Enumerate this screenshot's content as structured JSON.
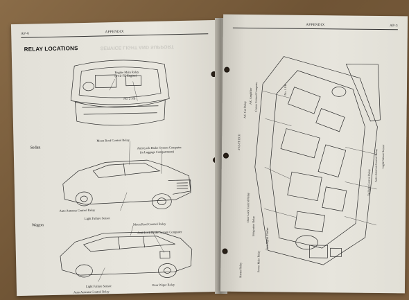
{
  "left_page": {
    "page_number": "AP-6",
    "header_title": "APPENDIX",
    "section_title": "RELAY LOCATIONS",
    "top_diagram_labels": {
      "engine_main_relay": "Engine Main Relay\n(2VZ-FE Engine)",
      "no2_jb": "No. 2 J/B"
    },
    "sedan": {
      "section_label": "Sedan",
      "moon_roof": "Moon Roof Control Relay",
      "abs_computer": "Anti-Lock Brake System Computer",
      "abs_computer_note": "(in Luggage Compartment)",
      "auto_antenna": "Auto Antenna Control Relay",
      "light_failure": "Light Failure Sensor"
    },
    "wagon": {
      "section_label": "Wagon",
      "moon_roof": "Moon Roof Control Relay",
      "abs_computer": "Anti-Lock Brake System Computer",
      "light_failure": "Light Failure Sensor",
      "auto_antenna": "Auto Antenna Control Relay",
      "rear_wiper": "Rear Wiper Relay"
    }
  },
  "right_page": {
    "page_number": "AP-5",
    "header_title": "APPENDIX",
    "labels": [
      "2VZ-FE ECU",
      "A/C Cut Relay",
      "A/C Amplifier",
      "Cruise Control Computer",
      "No. 1 J/B",
      "Turn Signal Flasher",
      "Door Lock Control Relay",
      "Integration Relay",
      "Power Main Relay",
      "Starter Relay",
      "Taillight Control Relay",
      "Auto Antenna Control Relay",
      "Light Failure Sensor"
    ]
  },
  "colors": {
    "table": "#7a5e3e",
    "paper": "#e6e4dc",
    "ink": "#2a2a2a"
  }
}
